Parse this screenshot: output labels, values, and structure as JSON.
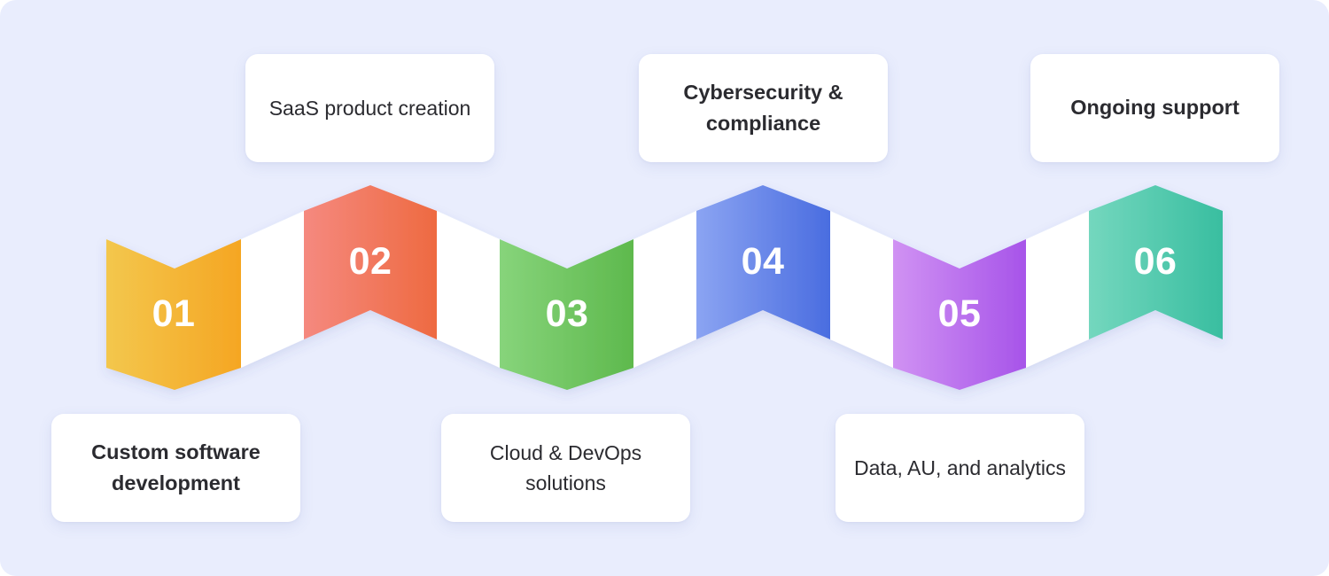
{
  "infographic": {
    "background_color": "#e9edfd",
    "card_background": "#ffffff",
    "number_color": "#ffffff",
    "text_color": "#2b2b30"
  },
  "steps": [
    {
      "number": "01",
      "label": "Custom software development",
      "color_start": "#f3c54a",
      "color_end": "#f5a623",
      "position": "down",
      "card_position": "bottom"
    },
    {
      "number": "02",
      "label": "SaaS product creation",
      "color_start": "#f58a80",
      "color_end": "#ef6b43",
      "position": "up",
      "card_position": "top"
    },
    {
      "number": "03",
      "label": "Cloud & DevOps solutions",
      "color_start": "#86d37a",
      "color_end": "#5fb94e",
      "position": "down",
      "card_position": "bottom"
    },
    {
      "number": "04",
      "label": "Cybersecurity & compliance",
      "color_start": "#8aa2f0",
      "color_end": "#4c6fe0",
      "position": "up",
      "card_position": "top"
    },
    {
      "number": "05",
      "label": "Data, AU, and analytics",
      "color_start": "#cf8ff2",
      "color_end": "#a855e8",
      "position": "down",
      "card_position": "bottom"
    },
    {
      "number": "06",
      "label": "Ongoing support",
      "color_start": "#72d6bd",
      "color_end": "#3bbfa0",
      "position": "up",
      "card_position": "top"
    }
  ],
  "spacers": [
    {
      "color": "#ffffff"
    },
    {
      "color": "#ffffff"
    },
    {
      "color": "#ffffff"
    },
    {
      "color": "#ffffff"
    },
    {
      "color": "#ffffff"
    }
  ]
}
